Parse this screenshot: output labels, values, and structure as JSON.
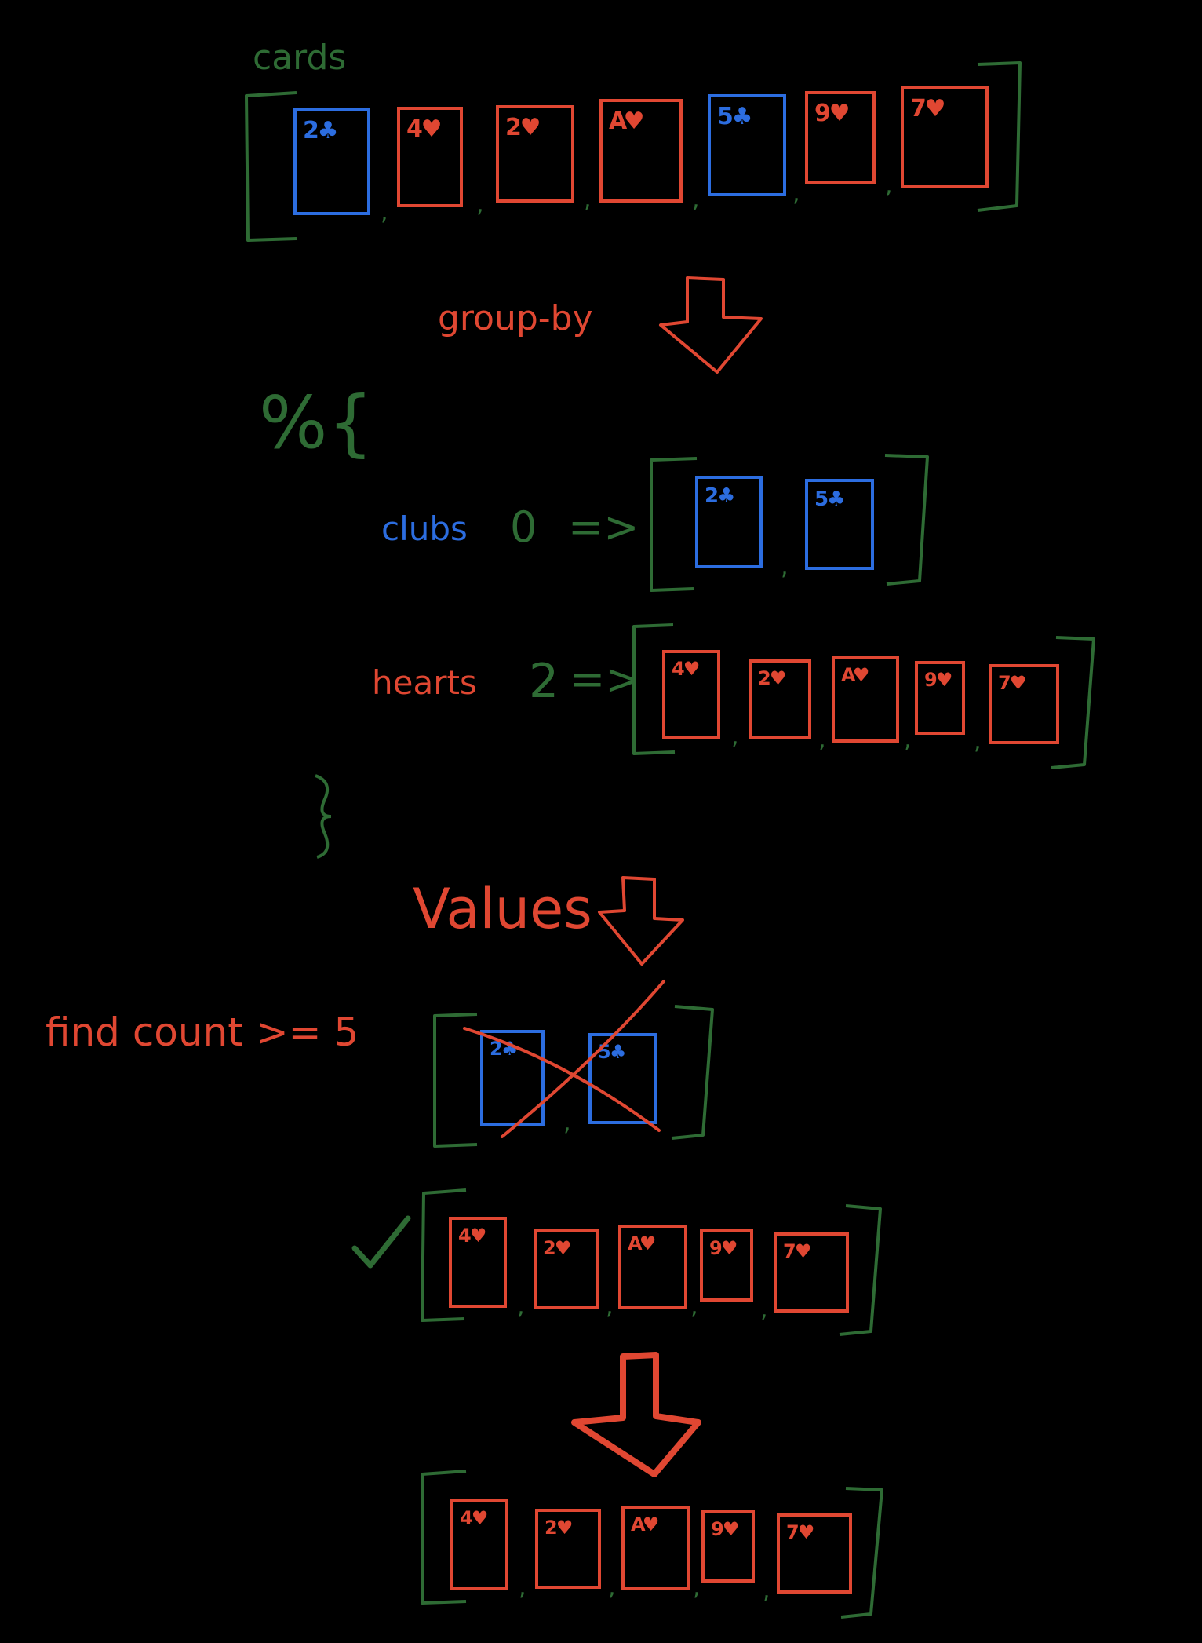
{
  "colors": {
    "background": "#000000",
    "green": "#2e6b34",
    "red": "#e04732",
    "blue": "#2c6de0"
  },
  "icons": {
    "arrow": "down-arrow-icon",
    "check": "checkmark-icon",
    "cross": "x-cross-icon",
    "brace": "curly-brace-icon"
  },
  "labels": {
    "cards": "cards",
    "group_by": "group-by",
    "map_open": "%{",
    "map_close": "}",
    "clubs": "clubs",
    "clubs_key": "0",
    "hearts": "hearts",
    "hearts_key": "2",
    "arrow_op": "=>",
    "values": "Values",
    "find_count": "find count >= 5"
  },
  "cards": [
    {
      "rank": "2",
      "suit": "♣",
      "color": "blue"
    },
    {
      "rank": "4",
      "suit": "♥",
      "color": "red"
    },
    {
      "rank": "2",
      "suit": "♥",
      "color": "red"
    },
    {
      "rank": "A",
      "suit": "♥",
      "color": "red"
    },
    {
      "rank": "5",
      "suit": "♣",
      "color": "blue"
    },
    {
      "rank": "9",
      "suit": "♥",
      "color": "red"
    },
    {
      "rank": "7",
      "suit": "♥",
      "color": "red"
    }
  ],
  "groups": {
    "clubs": [
      {
        "rank": "2",
        "suit": "♣",
        "color": "blue"
      },
      {
        "rank": "5",
        "suit": "♣",
        "color": "blue"
      }
    ],
    "hearts": [
      {
        "rank": "4",
        "suit": "♥",
        "color": "red"
      },
      {
        "rank": "2",
        "suit": "♥",
        "color": "red"
      },
      {
        "rank": "A",
        "suit": "♥",
        "color": "red"
      },
      {
        "rank": "9",
        "suit": "♥",
        "color": "red"
      },
      {
        "rank": "7",
        "suit": "♥",
        "color": "red"
      }
    ]
  },
  "result": [
    {
      "rank": "4",
      "suit": "♥",
      "color": "red"
    },
    {
      "rank": "2",
      "suit": "♥",
      "color": "red"
    },
    {
      "rank": "A",
      "suit": "♥",
      "color": "red"
    },
    {
      "rank": "9",
      "suit": "♥",
      "color": "red"
    },
    {
      "rank": "7",
      "suit": "♥",
      "color": "red"
    }
  ]
}
